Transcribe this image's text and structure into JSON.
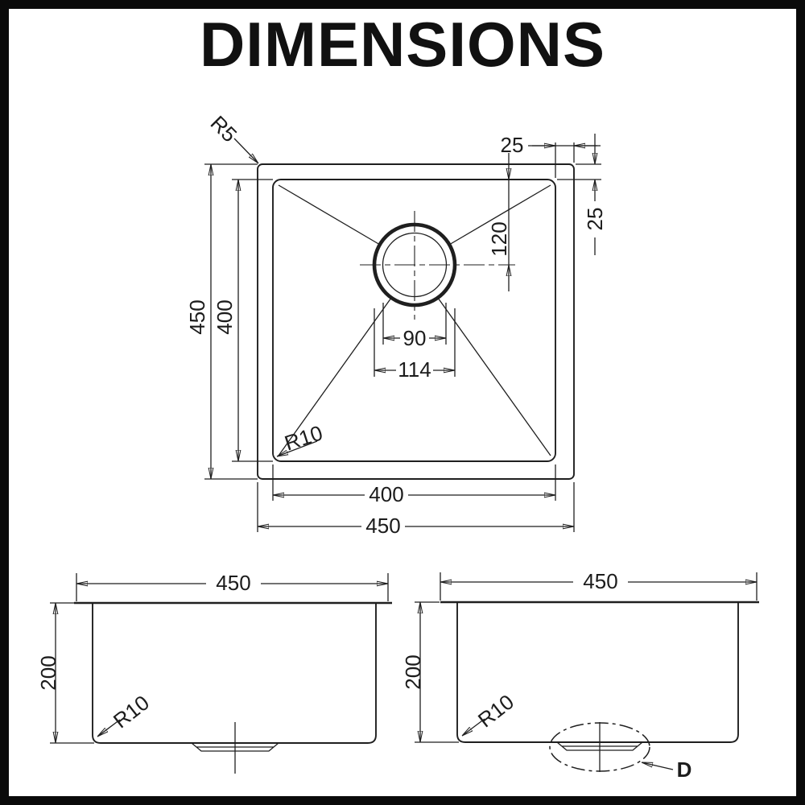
{
  "title": "DIMENSIONS",
  "top_view": {
    "overall_depth": "450",
    "basin_depth": "400",
    "basin_width": "400",
    "overall_width": "450",
    "rim_width_right": "25",
    "rim_width_top": "25",
    "drain_center_from_top": "120",
    "drain_inner_diameter": "90",
    "drain_outer_diameter": "114",
    "outer_corner_radius": "R5",
    "basin_corner_radius": "R10"
  },
  "front_view": {
    "overall_width": "450",
    "depth": "200",
    "bottom_corner_radius": "R10"
  },
  "side_view": {
    "overall_width": "450",
    "depth": "200",
    "bottom_corner_radius": "R10",
    "drain_detail_label": "D"
  },
  "colors": {
    "line": "#1f1f1f",
    "frame": "#0a0a0a",
    "background": "#ffffff"
  }
}
